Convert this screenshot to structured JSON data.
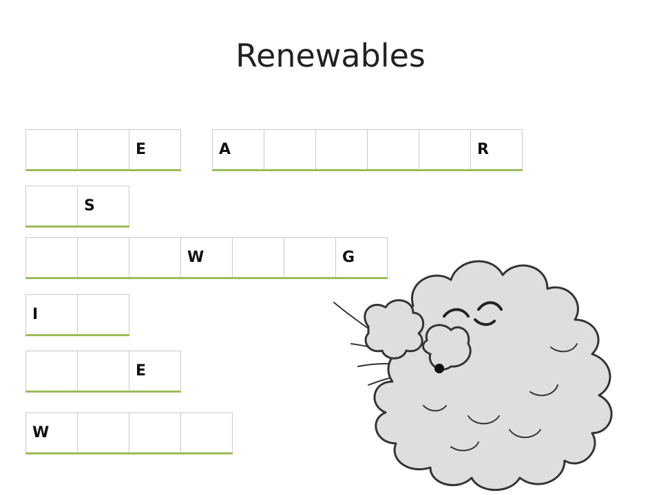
{
  "title": "Renewables",
  "puzzle": {
    "rows": [
      {
        "cells": [
          "",
          "",
          "E"
        ]
      },
      {
        "cells": [
          "A",
          "",
          "",
          "",
          "",
          "R"
        ]
      },
      {
        "cells": [
          "",
          "S"
        ]
      },
      {
        "cells": [
          "",
          "",
          "",
          "W",
          "",
          "",
          "G"
        ]
      },
      {
        "cells": [
          "I",
          ""
        ]
      },
      {
        "cells": [
          "",
          "",
          "E"
        ]
      },
      {
        "cells": [
          "W",
          "",
          "",
          ""
        ]
      }
    ]
  },
  "colors": {
    "underline": "#9bbb59",
    "grid": "#c9c9c9",
    "cloud_fill": "#dedede",
    "cloud_stroke": "#333333"
  },
  "illustration": {
    "icon": "blowing-wind-cloud-icon"
  }
}
